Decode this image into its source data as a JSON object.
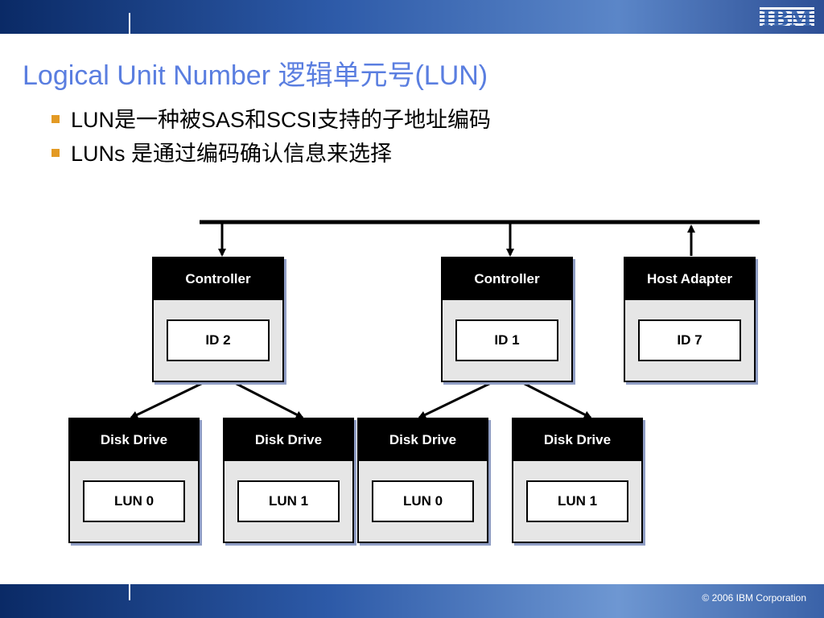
{
  "header": {
    "brand": "IBM"
  },
  "title": "Logical Unit Number 逻辑单元号(LUN)",
  "bullets": [
    "LUN是一种被SAS和SCSI支持的子地址编码",
    "LUNs 是通过编码确认信息来选择"
  ],
  "diagram": {
    "controllers": [
      {
        "header": "Controller",
        "id": "ID 2"
      },
      {
        "header": "Controller",
        "id": "ID 1"
      }
    ],
    "host_adapter": {
      "header": "Host Adapter",
      "id": "ID 7"
    },
    "disks": [
      {
        "header": "Disk Drive",
        "lun": "LUN 0"
      },
      {
        "header": "Disk Drive",
        "lun": "LUN 1"
      },
      {
        "header": "Disk Drive",
        "lun": "LUN 0"
      },
      {
        "header": "Disk Drive",
        "lun": "LUN 1"
      }
    ]
  },
  "footer": {
    "copyright": "© 2006 IBM Corporation"
  },
  "colors": {
    "title": "#5a7ee0",
    "bullet": "#e39a24",
    "bar": "#2d5aa8",
    "shadow": "#8f9dc4"
  }
}
